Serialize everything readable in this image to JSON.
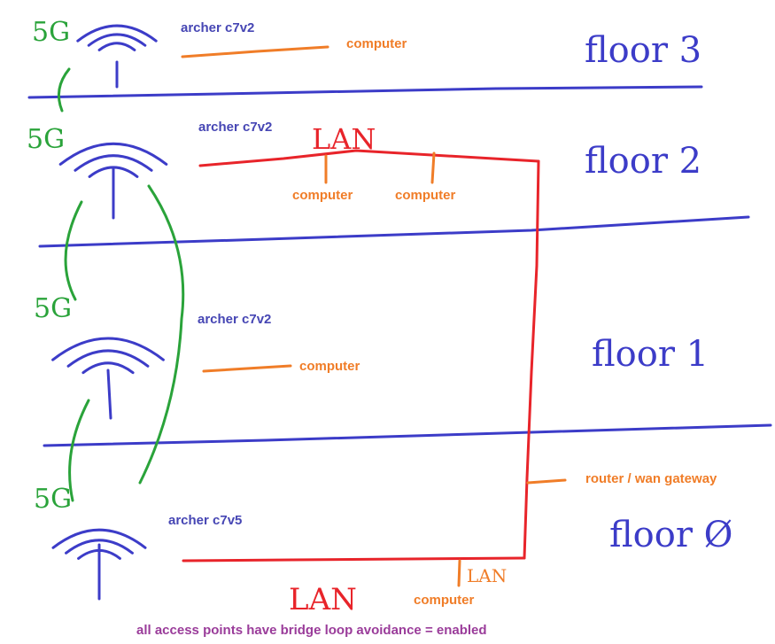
{
  "colors": {
    "floor_line": "#3c3cc8",
    "ap_icon": "#3c3cc8",
    "ap_label": "#4646b4",
    "wireless": "#2aa33a",
    "lan": "#e8242a",
    "computer": "#f07d28",
    "footer": "#9a3c9a"
  },
  "floors": [
    {
      "id": "floor-3",
      "label": "floor 3"
    },
    {
      "id": "floor-2",
      "label": "floor 2"
    },
    {
      "id": "floor-1",
      "label": "floor 1"
    },
    {
      "id": "floor-0",
      "label": "floor Ø"
    }
  ],
  "access_points": [
    {
      "floor": "floor-3",
      "model": "archer c7v2",
      "band": "5G"
    },
    {
      "floor": "floor-2",
      "model": "archer c7v2",
      "band": "5G"
    },
    {
      "floor": "floor-1",
      "model": "archer c7v2",
      "band": "5G"
    },
    {
      "floor": "floor-0",
      "model": "archer c7v5",
      "band": "5G"
    }
  ],
  "links": {
    "lan_floor2": "LAN",
    "lan_floor0": "LAN",
    "lan_router": "LAN"
  },
  "devices": {
    "computer_floor3": "computer",
    "computer_floor2_a": "computer",
    "computer_floor2_b": "computer",
    "computer_floor1": "computer",
    "computer_floor0": "computer",
    "router": "router / wan gateway"
  },
  "footer": "all access points have bridge loop avoidance = enabled"
}
